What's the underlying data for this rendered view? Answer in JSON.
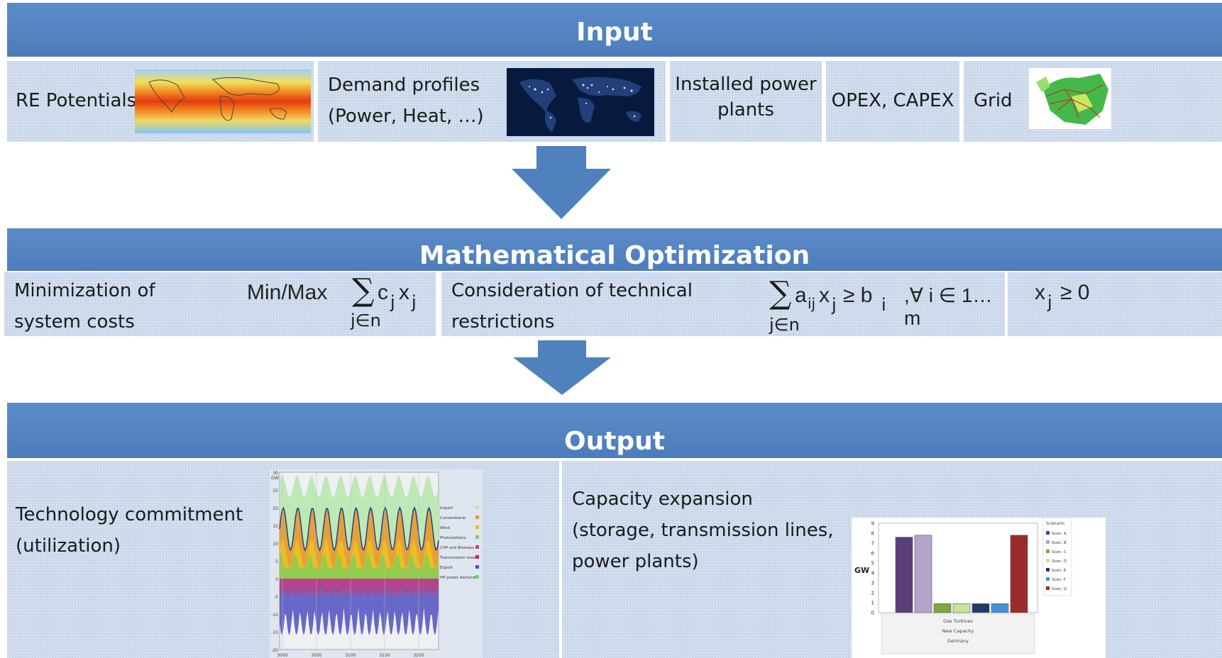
{
  "input": {
    "title": "Input",
    "re_potentials": "RE Potentials",
    "demand_line1": "Demand profiles",
    "demand_line2": "(Power, Heat, …)",
    "installed_line1": "Installed power",
    "installed_line2": "plants",
    "opex_capex": "OPEX, CAPEX",
    "grid": "Grid"
  },
  "optimization": {
    "title": "Mathematical Optimization",
    "minimization_line1": "Minimization of",
    "minimization_line2": "system costs",
    "min_max": "Min/Max",
    "objective_body": "c",
    "objective_sub_c": "j",
    "objective_x": "x",
    "objective_sub_x": "j",
    "objective_index": "j∈n",
    "restrictions_line1": "Consideration of technical",
    "restrictions_line2": "restrictions",
    "constraint_a": "a",
    "constraint_a_sub": "ij",
    "constraint_x": "x",
    "constraint_x_sub": "j",
    "constraint_rel": "≥ b",
    "constraint_b_sub": "i",
    "constraint_index": "j∈n",
    "forall": ",∀ i ∈ 1…m",
    "nonneg_x": "x",
    "nonneg_sub": "j",
    "nonneg_rel": "≥ 0"
  },
  "output": {
    "title": "Output",
    "tech_line1": "Technology commitment",
    "tech_line2": "(utilization)",
    "capacity_line1": "Capacity expansion",
    "capacity_line2": "(storage, transmission lines,",
    "capacity_line3": "power plants)"
  },
  "dispatch_chart": {
    "y_unit": "GW",
    "y_ticks": [
      "30",
      "25",
      "20",
      "15",
      "10",
      "5",
      "0",
      "-5",
      "-10",
      "-15",
      "-20"
    ],
    "x_ticks": [
      "3000",
      "3050",
      "3100",
      "3150",
      "3200"
    ],
    "legend": [
      "Import",
      "Conventional",
      "Wind",
      "Photovoltaics",
      "CHP and Biomass",
      "Transmission losses",
      "Export",
      "HP power demand"
    ],
    "legend_colors": [
      "#b8e8b0",
      "#e59a2a",
      "#f0c020",
      "#88cc55",
      "#c04080",
      "#d02050",
      "#5050c0",
      "#66dd66"
    ]
  },
  "capacity_chart": {
    "type": "bar",
    "y_unit": "GW",
    "y_ticks": [
      "9",
      "8",
      "7",
      "6",
      "5",
      "4",
      "3",
      "2",
      "1",
      "0"
    ],
    "ylim": [
      0,
      9
    ],
    "values": [
      7.6,
      7.8,
      0.9,
      0.9,
      0.9,
      0.9,
      7.8
    ],
    "colors": [
      "#5b3f78",
      "#b4a3cc",
      "#7aa83d",
      "#cde09a",
      "#1f3b66",
      "#4a90d8",
      "#9b2a2a"
    ],
    "x_labels": [
      "Gas Turbines",
      "New Capacity",
      "Germany"
    ],
    "legend_title": "Scenario",
    "legend": [
      "Scen. A",
      "Scen. B",
      "Scen. C",
      "Scen. D",
      "Scen. E",
      "Scen. F",
      "Scen. G"
    ]
  },
  "colors": {
    "band": "#4f7fbe",
    "cell": "#c9d7ea",
    "arrow": "#4f81bd"
  }
}
